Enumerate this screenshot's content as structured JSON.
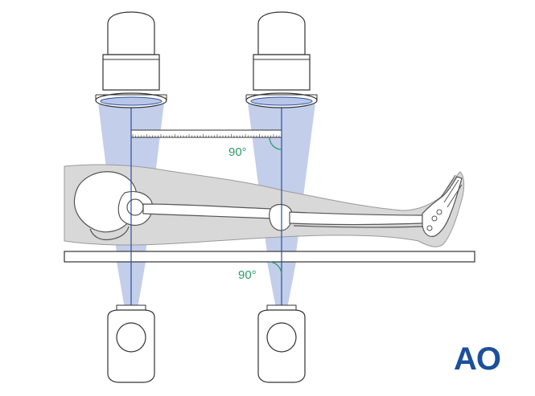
{
  "labels": {
    "angle_upper": "90°",
    "angle_lower": "90°"
  },
  "logo": {
    "text": "AO"
  },
  "colors": {
    "beam": "#b9c6e8",
    "beam_line": "#2a4f9e",
    "angle": "#2e9a6a",
    "logo": "#1d4f9c",
    "body_silhouette": "#d8d8d8",
    "outline": "#555555"
  }
}
